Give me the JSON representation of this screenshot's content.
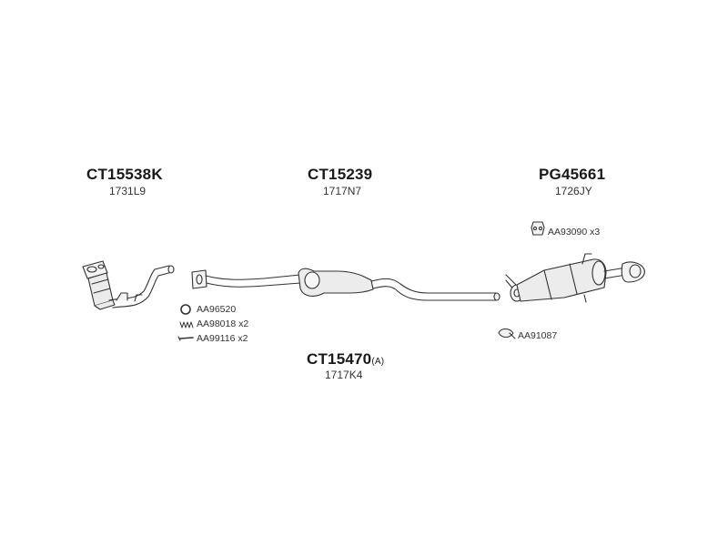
{
  "parts": {
    "catalyst": {
      "code": "CT15538K",
      "ref": "1731L9"
    },
    "middle_pipe": {
      "code": "CT15239",
      "ref": "1717N7"
    },
    "rear_silencer": {
      "code": "PG45661",
      "ref": "1726JY"
    },
    "assembly": {
      "code": "CT15470",
      "suffix": "(A)",
      "ref": "1717K4"
    }
  },
  "accessories": {
    "gasket": {
      "code": "AA96520",
      "qty": ""
    },
    "spring": {
      "code": "AA98018",
      "qty": "x2"
    },
    "bolt": {
      "code": "AA99116",
      "qty": "x2"
    },
    "rubber_mount": {
      "code": "AA93090",
      "qty": "x3"
    },
    "clamp": {
      "code": "AA91087",
      "qty": ""
    }
  }
}
